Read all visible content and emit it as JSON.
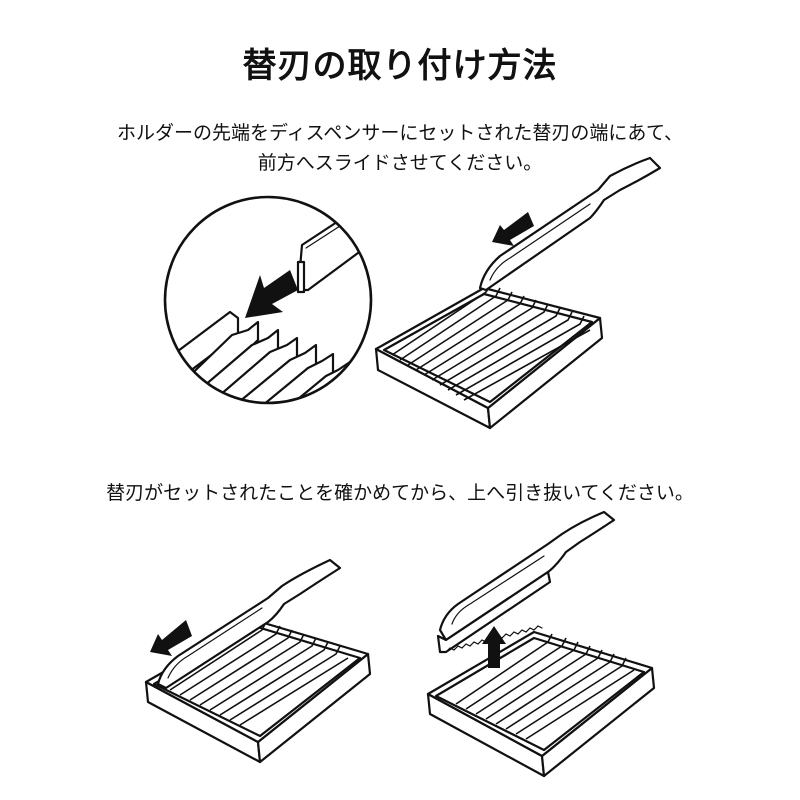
{
  "title": "替刃の取り付け方法",
  "step1": {
    "line1": "ホルダーの先端をディスペンサーにセットされた替刃の端にあて、",
    "line2": "前方へスライドさせてください。",
    "illustrations": [
      "magnified-circle-detail",
      "holder-sliding-on-dispenser"
    ]
  },
  "step2": {
    "line1": "替刃がセットされたことを確かめてから、上へ引き抜いてください。",
    "illustrations": [
      "holder-slid-to-front",
      "holder-lifted-with-blade"
    ]
  },
  "icons": {
    "slide-arrow": "thick black arrow pointing lower-left",
    "lift-arrow": "thick black arrow pointing up"
  },
  "colors": {
    "ink": "#111111",
    "background": "#ffffff"
  }
}
